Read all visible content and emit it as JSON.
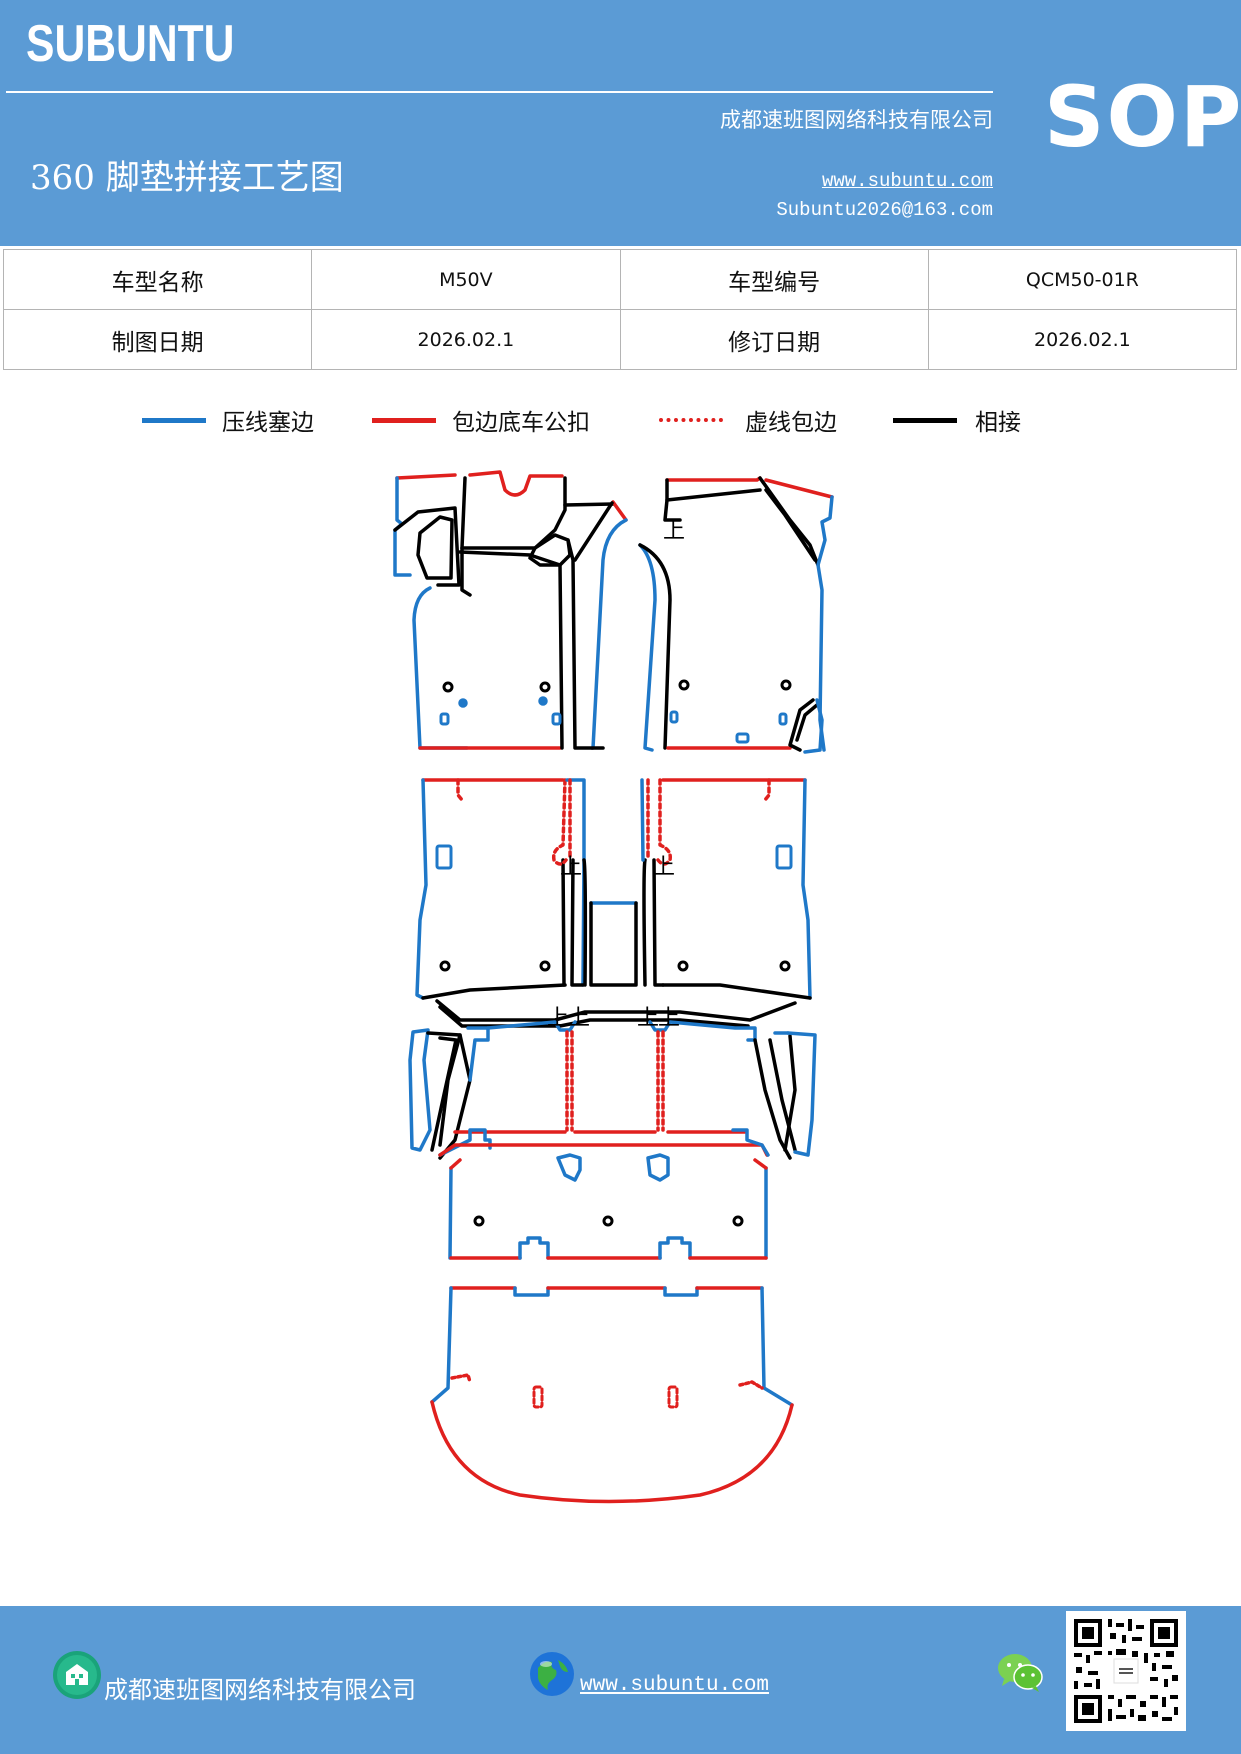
{
  "header": {
    "brand": "SUBUNTU",
    "company": "成都速班图网络科技有限公司",
    "title": "360 脚垫拼接工艺图",
    "website": "www.subuntu.com",
    "email": "Subuntu2026@163.com",
    "badge": "SOP"
  },
  "info_table": {
    "row1": {
      "model_name_label": "车型名称",
      "model_name": "M50V",
      "model_code_label": "车型编号",
      "model_code": "QCM50-01R"
    },
    "row2": {
      "draw_date_label": "制图日期",
      "draw_date": "2026.02.1",
      "revise_date_label": "修订日期",
      "revise_date": "2026.02.1"
    }
  },
  "legend": [
    {
      "label": "压线塞边",
      "color": "#1f78c8",
      "style": "solid"
    },
    {
      "label": "包边底车公扣",
      "color": "#e0201e",
      "style": "solid"
    },
    {
      "label": "虚线包边",
      "color": "#e0201e",
      "style": "dotted"
    },
    {
      "label": "相接",
      "color": "#000000",
      "style": "solid"
    }
  ],
  "diagram": {
    "up_mark": "上"
  },
  "footer": {
    "company": "成都速班图网络科技有限公司",
    "website": "www.subuntu.com"
  },
  "icons": [
    "building-icon",
    "globe-icon",
    "wechat-icon",
    "qr-code"
  ],
  "colors": {
    "header_bg": "#5b9bd5",
    "blue_line": "#1f78c8",
    "red_line": "#e0201e",
    "black_line": "#000000"
  }
}
